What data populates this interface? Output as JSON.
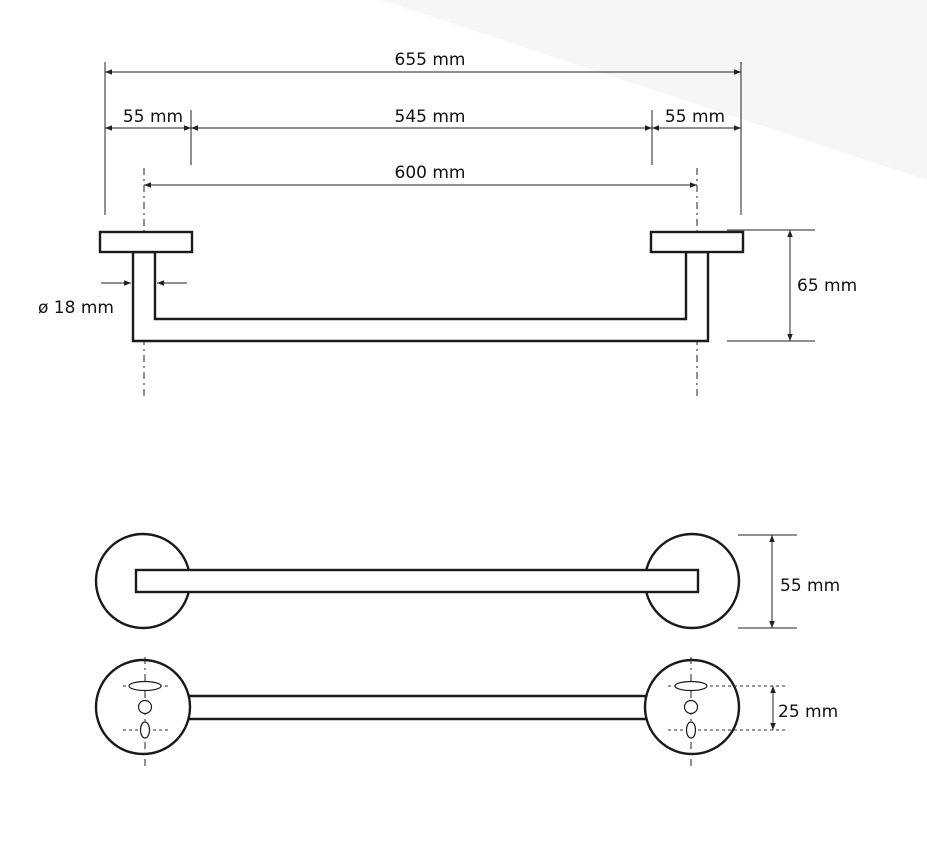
{
  "dimensions": {
    "total_length": "655 mm",
    "left_base": "55 mm",
    "inner_span": "545 mm",
    "right_base": "55 mm",
    "center_distance": "600 mm",
    "tube_diameter": "ø 18 mm",
    "projection": "65 mm",
    "base_diameter": "55 mm",
    "hole_spacing": "25 mm"
  }
}
